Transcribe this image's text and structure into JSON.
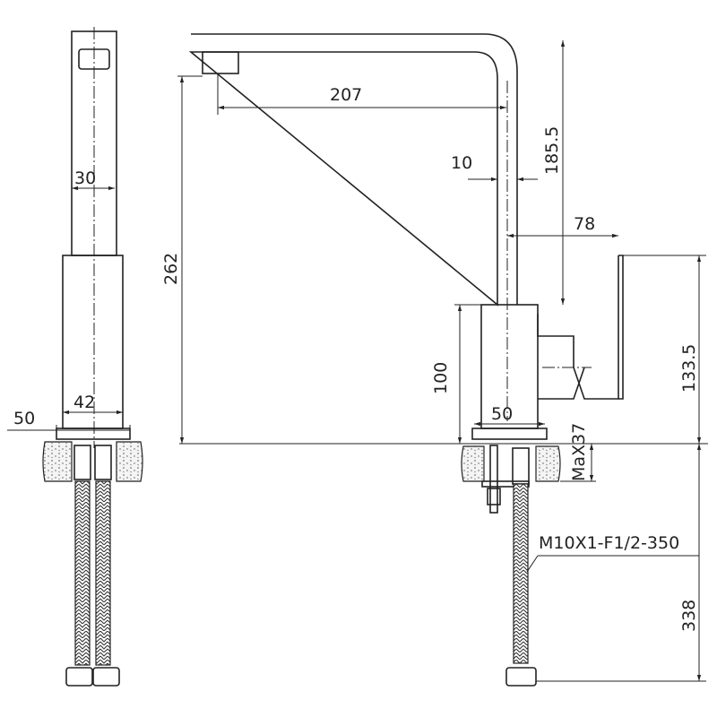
{
  "title": "Kitchen faucet dimension drawing",
  "dimensions": {
    "side_width_upper": "30",
    "side_width_body": "42",
    "side_base_width": "50",
    "spout_reach": "207",
    "total_height": "262",
    "spout_height": "185.5",
    "spout_thickness": "10",
    "lever_offset": "78",
    "body_height": "100",
    "lever_height": "133.5",
    "base_width": "50",
    "max_counter_thickness": "MaX37",
    "hose_spec": "M10X1-F1/2-350",
    "hose_length": "338"
  },
  "colors": {
    "line": "#222222",
    "background": "#ffffff"
  }
}
